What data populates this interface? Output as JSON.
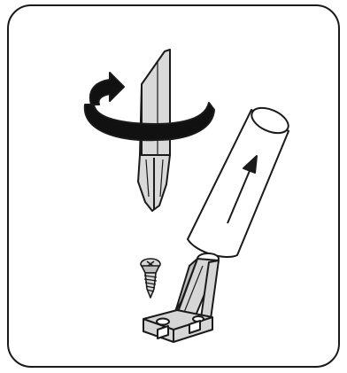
{
  "illustration": {
    "panel": "rounded-frame",
    "steps": [
      {
        "name": "screwdriver",
        "icon": "phillips-screwdriver-icon"
      },
      {
        "name": "rotation-arrow",
        "icon": "clockwise-rotate-arrow-icon"
      },
      {
        "name": "cone-cover",
        "icon": "tapered-cover-icon"
      },
      {
        "name": "slide-direction-arrow",
        "icon": "up-arrow-icon"
      },
      {
        "name": "screw",
        "icon": "countersunk-screw-icon"
      },
      {
        "name": "bracket",
        "icon": "mounting-bracket-icon"
      }
    ],
    "colors": {
      "line": "#1a1a1a",
      "shade": "#d4d4d4",
      "background": "#ffffff"
    }
  }
}
